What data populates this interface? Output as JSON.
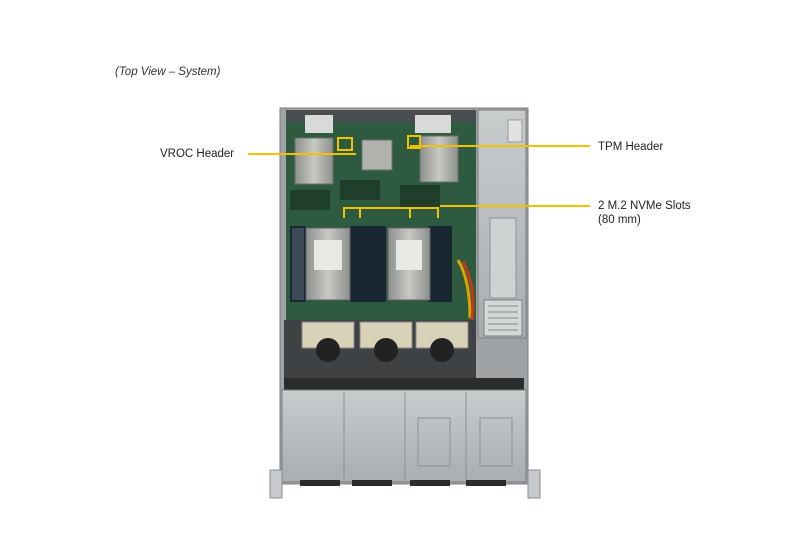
{
  "caption": "(Top View – System)",
  "callouts": {
    "vroc": "VROC Header",
    "tpm": "TPM Header",
    "m2_line1": "2 M.2 NVMe Slots",
    "m2_line2": "(80 mm)"
  },
  "colors": {
    "callout_line": "#f2c200",
    "chassis": "#b9bdc0",
    "board": "#2e5b3f",
    "heatsink": "#9a9c98"
  }
}
